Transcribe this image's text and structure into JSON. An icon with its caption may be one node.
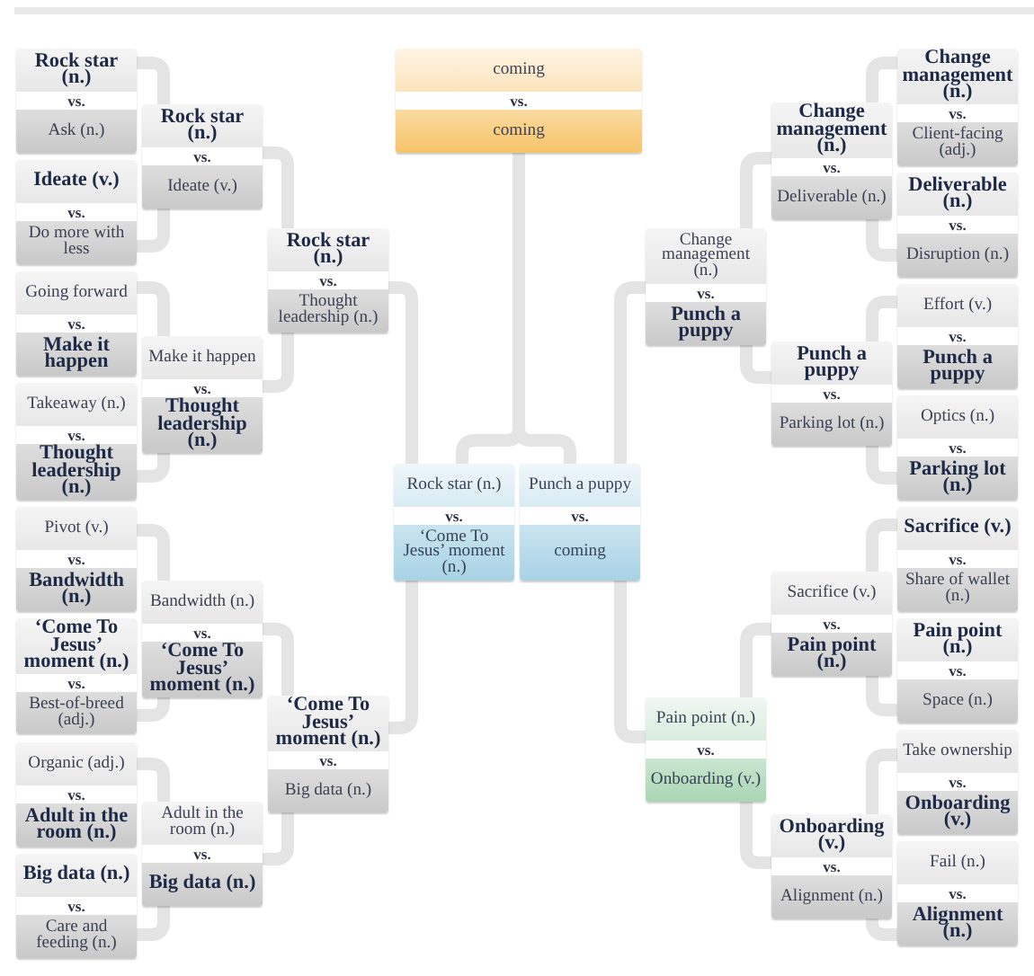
{
  "diagram": {
    "nodes": [
      {
        "text": [
          "coming",
          "vs.",
          "coming"
        ]
      },
      {
        "text": [
          "Rock star (n.)",
          "vs.",
          "Ask (n.)"
        ]
      },
      {
        "text": [
          "Ideate (v.)",
          "vs.",
          "Do more with less"
        ]
      },
      {
        "text": [
          "Going forward",
          "vs.",
          "Make it happen"
        ]
      },
      {
        "text": [
          "Takeaway (n.)",
          "vs.",
          "Thought leadership (n.)"
        ]
      },
      {
        "text": [
          "Pivot (v.)",
          "vs.",
          "Bandwidth (n.)"
        ]
      },
      {
        "text": [
          "‘Come To Jesus’ moment (n.)",
          "vs.",
          "Best-of-breed (adj.)"
        ]
      },
      {
        "text": [
          "Organic (adj.)",
          "vs.",
          "Adult in the room (n.)"
        ]
      },
      {
        "text": [
          "Big data (n.)",
          "vs.",
          "Care and feeding (n.)"
        ]
      },
      {
        "text": [
          "Rock star (n.)",
          "vs.",
          "Ideate (v.)"
        ]
      },
      {
        "text": [
          "Make it happen",
          "vs.",
          "Thought leadership (n.)"
        ]
      },
      {
        "text": [
          "Bandwidth (n.)",
          "vs.",
          "‘Come To Jesus’ moment (n.)"
        ]
      },
      {
        "text": [
          "Adult in the room (n.)",
          "vs.",
          "Big data (n.)"
        ]
      },
      {
        "text": [
          "Rock star (n.)",
          "vs.",
          "Thought leadership (n.)"
        ]
      },
      {
        "text": [
          "‘Come To Jesus’ moment (n.)",
          "vs.",
          "Big data (n.)"
        ]
      },
      {
        "text": [
          "Rock star (n.)",
          "vs.",
          "‘Come To Jesus’ moment (n.)"
        ]
      },
      {
        "text": [
          "Punch a puppy",
          "vs.",
          "coming"
        ]
      },
      {
        "text": [
          "Change management (n.)",
          "vs.",
          "Punch a puppy"
        ]
      },
      {
        "text": [
          "Pain point (n.)",
          "vs.",
          "Onboarding (v.)"
        ]
      },
      {
        "text": [
          "Change management (n.)",
          "vs.",
          "Deliverable (n.)"
        ]
      },
      {
        "text": [
          "Punch a puppy",
          "vs.",
          "Parking lot (n.)"
        ]
      },
      {
        "text": [
          "Sacrifice (v.)",
          "vs.",
          "Pain point (n.)"
        ]
      },
      {
        "text": [
          "Onboarding (v.)",
          "vs.",
          "Alignment (n.)"
        ]
      },
      {
        "text": [
          "Change management (n.)",
          "vs.",
          "Client-facing (adj.)"
        ]
      },
      {
        "text": [
          "Deliverable (n.)",
          "vs.",
          "Disruption (n.)"
        ]
      },
      {
        "text": [
          "Effort (v.)",
          "vs.",
          "Punch a puppy"
        ]
      },
      {
        "text": [
          "Optics (n.)",
          "vs.",
          "Parking lot (n.)"
        ]
      },
      {
        "text": [
          "Sacrifice (v.)",
          "vs.",
          "Share of wallet (n.)"
        ]
      },
      {
        "text": [
          "Pain point (n.)",
          "vs.",
          "Space (n.)"
        ]
      },
      {
        "text": [
          "Take ownership",
          "vs.",
          "Onboarding (v.)"
        ]
      },
      {
        "text": [
          "Fail (n.)",
          "vs.",
          "Alignment (n.)"
        ]
      }
    ],
    "edges": [
      {
        "from": 1,
        "to": 9,
        "arrow": "none"
      },
      {
        "from": 2,
        "to": 9,
        "arrow": "none"
      },
      {
        "from": 3,
        "to": 10,
        "arrow": "none"
      },
      {
        "from": 4,
        "to": 10,
        "arrow": "none"
      },
      {
        "from": 5,
        "to": 11,
        "arrow": "none"
      },
      {
        "from": 6,
        "to": 11,
        "arrow": "none"
      },
      {
        "from": 7,
        "to": 12,
        "arrow": "none"
      },
      {
        "from": 8,
        "to": 12,
        "arrow": "none"
      },
      {
        "from": 9,
        "to": 13,
        "arrow": "none"
      },
      {
        "from": 10,
        "to": 13,
        "arrow": "none"
      },
      {
        "from": 11,
        "to": 14,
        "arrow": "none"
      },
      {
        "from": 12,
        "to": 14,
        "arrow": "none"
      },
      {
        "from": 13,
        "to": 15,
        "arrow": "none"
      },
      {
        "from": 14,
        "to": 15,
        "arrow": "none"
      },
      {
        "from": 15,
        "to": 0,
        "arrow": "none"
      },
      {
        "from": 16,
        "to": 0,
        "arrow": "none"
      },
      {
        "from": 17,
        "to": 16,
        "arrow": "none"
      },
      {
        "from": 18,
        "to": 16,
        "arrow": "none"
      },
      {
        "from": 19,
        "to": 17,
        "arrow": "none"
      },
      {
        "from": 20,
        "to": 17,
        "arrow": "none"
      },
      {
        "from": 21,
        "to": 18,
        "arrow": "none"
      },
      {
        "from": 22,
        "to": 18,
        "arrow": "none"
      },
      {
        "from": 23,
        "to": 19,
        "arrow": "none"
      },
      {
        "from": 24,
        "to": 19,
        "arrow": "none"
      },
      {
        "from": 25,
        "to": 20,
        "arrow": "none"
      },
      {
        "from": 26,
        "to": 20,
        "arrow": "none"
      },
      {
        "from": 27,
        "to": 21,
        "arrow": "none"
      },
      {
        "from": 28,
        "to": 21,
        "arrow": "none"
      },
      {
        "from": 29,
        "to": 22,
        "arrow": "none"
      },
      {
        "from": 30,
        "to": 22,
        "arrow": "none"
      }
    ]
  }
}
